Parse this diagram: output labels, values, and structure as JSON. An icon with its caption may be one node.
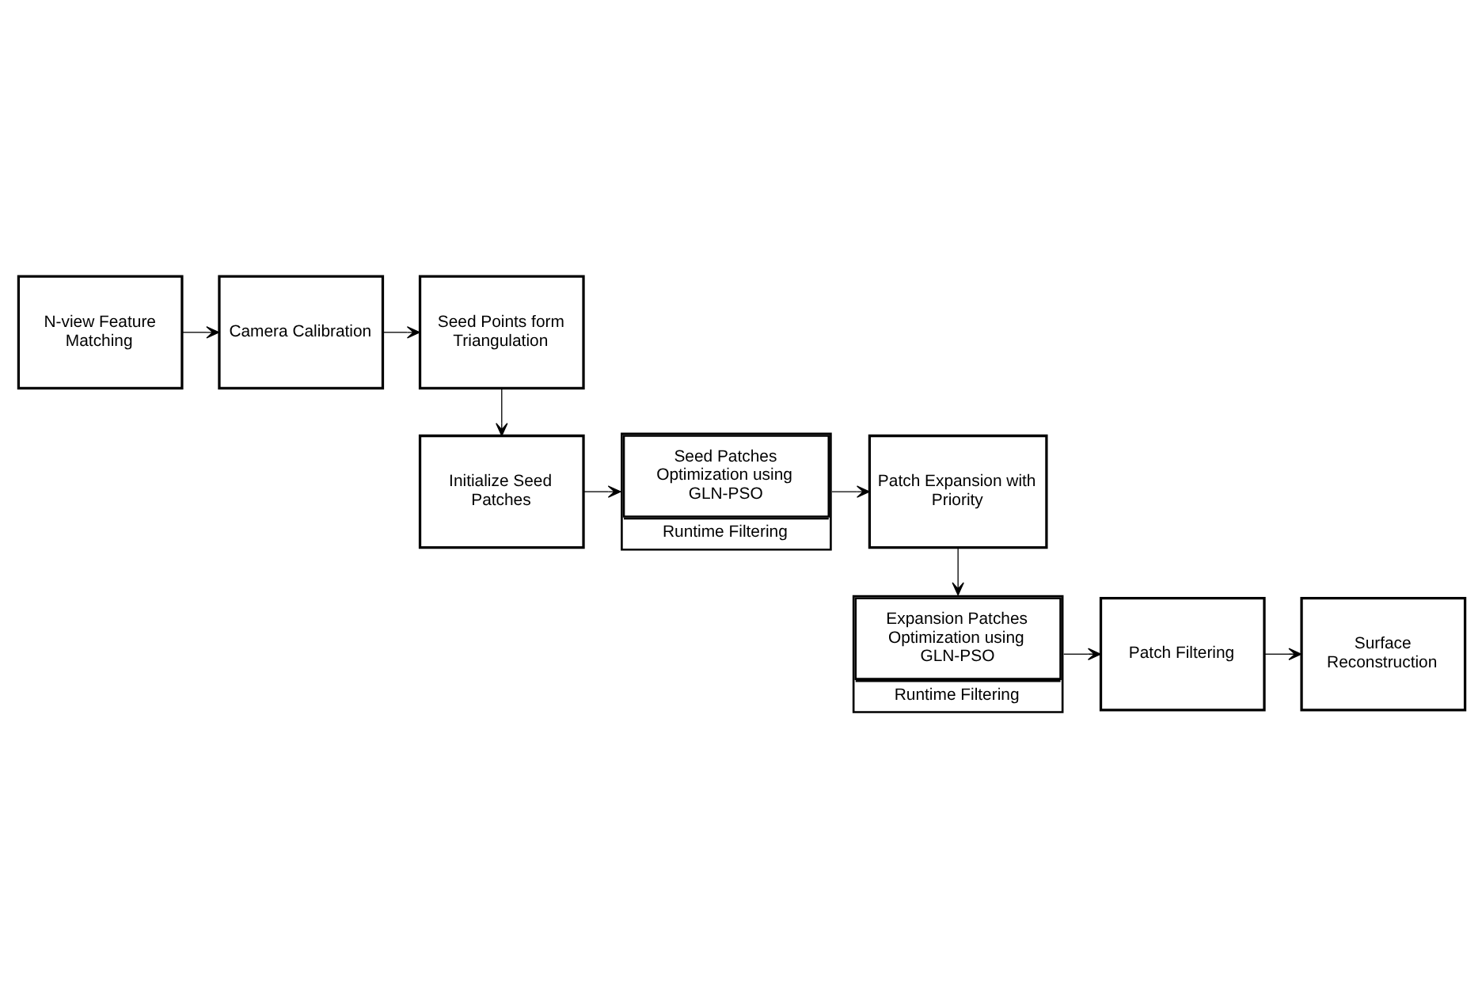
{
  "diagram": {
    "nodes": [
      {
        "text": [
          "N-view Feature Matching"
        ]
      },
      {
        "text": [
          "Camera Calibration"
        ]
      },
      {
        "text": [
          "Seed Points form Triangulation"
        ]
      },
      {
        "text": [
          "Initialize Seed Patches"
        ]
      },
      {
        "text": [
          "Seed Patches Optimization using GLN-PSO",
          "Runtime Filtering"
        ]
      },
      {
        "text": [
          "Patch Expansion with Priority"
        ]
      },
      {
        "text": [
          "Expansion Patches Optimization using GLN-PSO",
          "Runtime Filtering"
        ]
      },
      {
        "text": [
          "Patch Filtering"
        ]
      },
      {
        "text": [
          "Surface Reconstruction"
        ]
      }
    ],
    "edges": [
      {
        "from": 0,
        "to": 1,
        "arrow": "to"
      },
      {
        "from": 1,
        "to": 2,
        "arrow": "to"
      },
      {
        "from": 2,
        "to": 3,
        "arrow": "to"
      },
      {
        "from": 3,
        "to": 4,
        "arrow": "to"
      },
      {
        "from": 4,
        "to": 5,
        "arrow": "to"
      },
      {
        "from": 5,
        "to": 6,
        "arrow": "to"
      },
      {
        "from": 6,
        "to": 7,
        "arrow": "to"
      },
      {
        "from": 7,
        "to": 8,
        "arrow": "to"
      }
    ]
  }
}
